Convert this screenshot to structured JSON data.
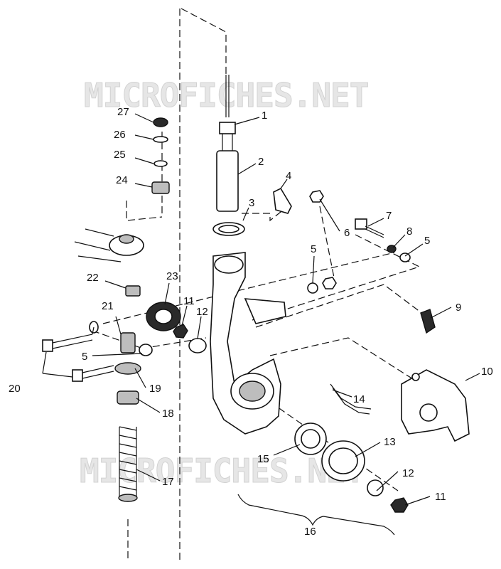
{
  "watermark": "MICROFICHES.NET",
  "callouts": {
    "c1": "1",
    "c2": "2",
    "c3": "3",
    "c4": "4",
    "c5a": "5",
    "c5b": "5",
    "c5c": "5",
    "c6": "6",
    "c7": "7",
    "c8": "8",
    "c9": "9",
    "c10": "10",
    "c11a": "11",
    "c11b": "11",
    "c12a": "12",
    "c12b": "12",
    "c13": "13",
    "c14": "14",
    "c15": "15",
    "c16": "16",
    "c17": "17",
    "c18": "18",
    "c19": "19",
    "c20": "20",
    "c21": "21",
    "c22": "22",
    "c23": "23",
    "c24": "24",
    "c25": "25",
    "c26": "26",
    "c27": "27"
  }
}
